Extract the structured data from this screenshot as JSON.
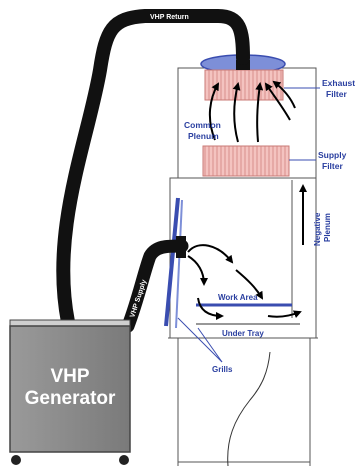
{
  "generator": {
    "line1": "VHP",
    "line2": "Generator"
  },
  "hoses": {
    "return_top": "VHP Return",
    "return_side": "VHP Return",
    "supply": "VHP Supply"
  },
  "labels": {
    "exhaust_filter_1": "Exhaust",
    "exhaust_filter_2": "Filter",
    "common_plenum_1": "Common",
    "common_plenum_2": "Plenum",
    "supply_filter_1": "Supply",
    "supply_filter_2": "Filter",
    "negative_plenum_1": "Negative",
    "negative_plenum_2": "Plenum",
    "work_area": "Work Area",
    "under_tray": "Under Tray",
    "grills": "Grills"
  },
  "colors": {
    "label_blue": "#2a3fa0",
    "hose": "#111111",
    "generator": "#8d8d8d",
    "filter_pink": "#f2b7b4"
  },
  "icons": [
    "airflow-arrow-icon",
    "generator-wheel-icon"
  ]
}
